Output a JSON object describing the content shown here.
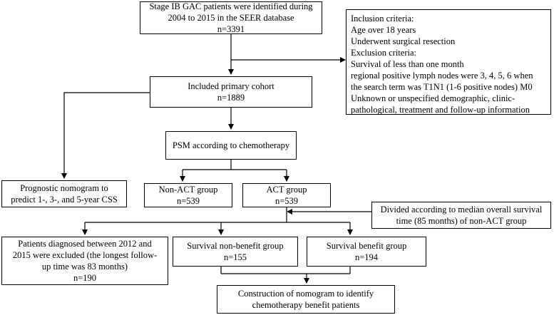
{
  "nodes": {
    "stage_ib": {
      "lines": [
        "Stage IB GAC patients were identified during",
        "2004 to 2015 in the SEER database",
        "n=3391"
      ]
    },
    "criteria": {
      "lines": [
        "Inclusion criteria:",
        "Age over 18 years",
        "Underwent surgical resection",
        "Exclusion criteria:",
        "Survival of less than one month",
        "regional positive lymph nodes were 3, 4, 5, 6 when",
        "the search term was T1N1 (1-6 positive nodes) M0",
        "Unknown or unspecified demographic, clinic-",
        "pathological, treatment and follow-up information"
      ]
    },
    "primary_cohort": {
      "lines": [
        "Included primary cohort",
        "n=1889"
      ]
    },
    "psm": {
      "lines": [
        "PSM according to chemotherapy"
      ]
    },
    "prognostic": {
      "lines": [
        "Prognostic nomogram to",
        "predict 1-, 3-, and 5-year CSS"
      ]
    },
    "non_act": {
      "lines": [
        "Non-ACT group",
        "n=539"
      ]
    },
    "act": {
      "lines": [
        "ACT group",
        "n=539"
      ]
    },
    "divided": {
      "lines": [
        "Divided according to median overall survival",
        "time (85 months) of non-ACT group"
      ]
    },
    "excluded": {
      "lines": [
        "Patients diagnosed between 2012 and",
        "2015 were excluded (the longest follow-",
        "up time was 83 months)",
        "n=190"
      ]
    },
    "non_benefit": {
      "lines": [
        "Survival non-benefit group",
        "n=155"
      ]
    },
    "benefit": {
      "lines": [
        "Survival benefit group",
        "n=194"
      ]
    },
    "construction": {
      "lines": [
        "Construction of nomogram to identify",
        "chemotherapy benefit patients"
      ]
    }
  }
}
